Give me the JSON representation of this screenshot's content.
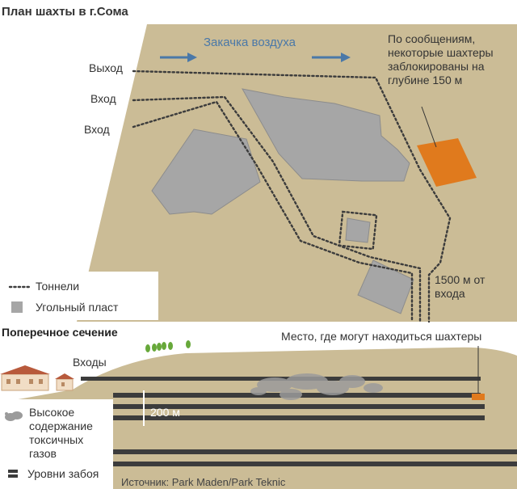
{
  "title": "План шахты в г.Сома",
  "plan": {
    "air_label": "Закачка воздуха",
    "exit_label": "Выход",
    "entry1_label": "Вход",
    "entry2_label": "Вход",
    "trapped_note": "По сообщениям, некоторые шахтеры заблокированы на глубине 150 м",
    "distance_note": "1500 м от входа"
  },
  "legend_top": {
    "tunnels": "Тоннели",
    "coal": "Угольный пласт"
  },
  "section": {
    "title": "Поперечное сечение",
    "location_note": "Место, где могут находиться шахтеры",
    "entrances": "Входы",
    "depth": "200 м"
  },
  "legend_bottom": {
    "toxic": "Высокое содержание токсичных газов",
    "levels": "Уровни забоя"
  },
  "source": "Источник: Park Maden/Park Teknic",
  "colors": {
    "ground": "#cbbc96",
    "coal": "#a6a6a6",
    "highlight": "#e07a1d",
    "arrow": "#4a78a8",
    "level": "#3c3c3c",
    "gas": "#9b9b9b"
  },
  "icons": {
    "arrow": "right-arrow-icon",
    "trees": "tree-icon",
    "buildings": "building-icon"
  }
}
